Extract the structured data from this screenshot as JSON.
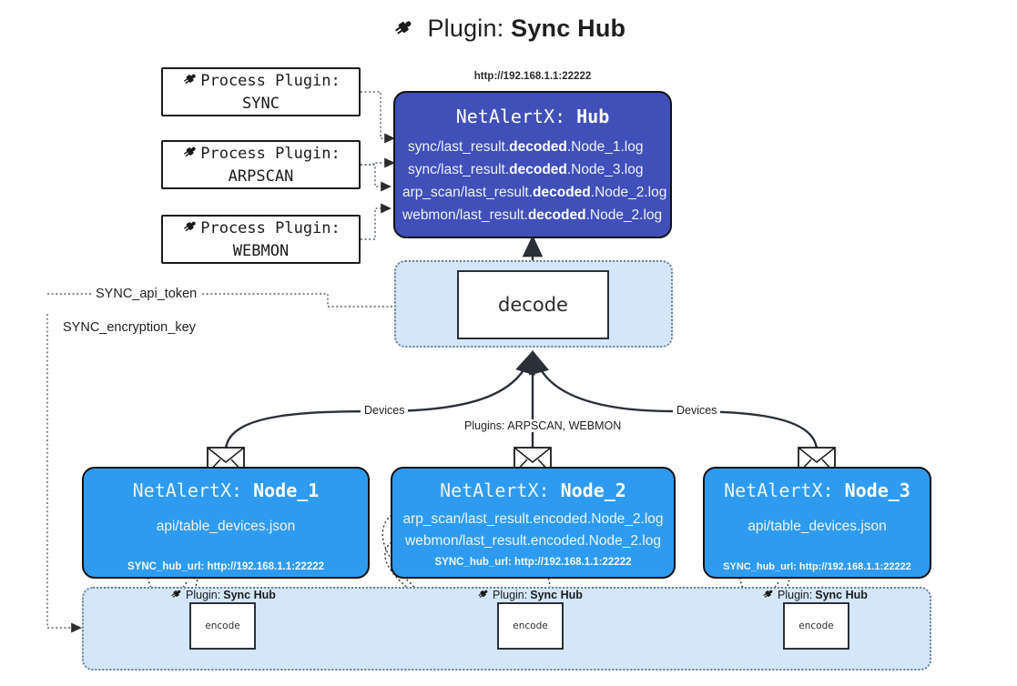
{
  "title": {
    "icon": "plug-icon",
    "prefix": "Plugin: ",
    "name": "Sync Hub"
  },
  "process_plugins": [
    {
      "icon": "plug-icon",
      "line1": "Process Plugin:",
      "line2": "SYNC"
    },
    {
      "icon": "plug-icon",
      "line1": "Process Plugin:",
      "line2": "ARPSCAN"
    },
    {
      "icon": "plug-icon",
      "line1": "Process Plugin:",
      "line2": "WEBMON"
    }
  ],
  "hub": {
    "url": "http://192.168.1.1:22222",
    "title_prefix": "NetAlertX: ",
    "title_name": "Hub",
    "logs": [
      {
        "pre": "sync/last_result.",
        "bold": "decoded",
        "post": ".Node_1.log"
      },
      {
        "pre": "sync/last_result.",
        "bold": "decoded",
        "post": ".Node_3.log"
      },
      {
        "pre": "arp_scan/last_result.",
        "bold": "decoded",
        "post": ".Node_2.log"
      },
      {
        "pre": "webmon/last_result.",
        "bold": "decoded",
        "post": ".Node_2.log"
      }
    ]
  },
  "decode": {
    "label": "decode"
  },
  "secrets": [
    {
      "label": "SYNC_api_token"
    },
    {
      "label": "SYNC_encryption_key"
    }
  ],
  "edge_labels": {
    "devices_left": "Devices",
    "devices_right": "Devices",
    "plugins_middle": "Plugins: ARPSCAN, WEBMON"
  },
  "nodes": [
    {
      "icon": "envelope-icon",
      "title_prefix": "NetAlertX: ",
      "title_name": "Node_1",
      "lines": [
        "api/table_devices.json"
      ],
      "footer": "SYNC_hub_url: http://192.168.1.1:22222"
    },
    {
      "icon": "envelope-icon",
      "title_prefix": "NetAlertX: ",
      "title_name": "Node_2",
      "lines": [
        "arp_scan/last_result.encoded.Node_2.log",
        "webmon/last_result.encoded.Node_2.log"
      ],
      "footer": "SYNC_hub_url: http://192.168.1.1:22222"
    },
    {
      "icon": "envelope-icon",
      "title_prefix": "NetAlertX: ",
      "title_name": "Node_3",
      "lines": [
        "api/table_devices.json"
      ],
      "footer": "SYNC_hub_url: http://192.168.1.1:22222"
    }
  ],
  "encoders": [
    {
      "icon": "plug-icon",
      "plugin_prefix": "Plugin: ",
      "plugin_name": "Sync Hub",
      "label": "encode"
    },
    {
      "icon": "plug-icon",
      "plugin_prefix": "Plugin: ",
      "plugin_name": "Sync Hub",
      "label": "encode"
    },
    {
      "icon": "plug-icon",
      "plugin_prefix": "Plugin: ",
      "plugin_name": "Sync Hub",
      "label": "encode"
    }
  ],
  "colors": {
    "hub": "#4050b8",
    "node": "#2e9bf0",
    "container": "#d4e7fa",
    "stroke": "#111111",
    "dotted": "#6f7f90"
  }
}
